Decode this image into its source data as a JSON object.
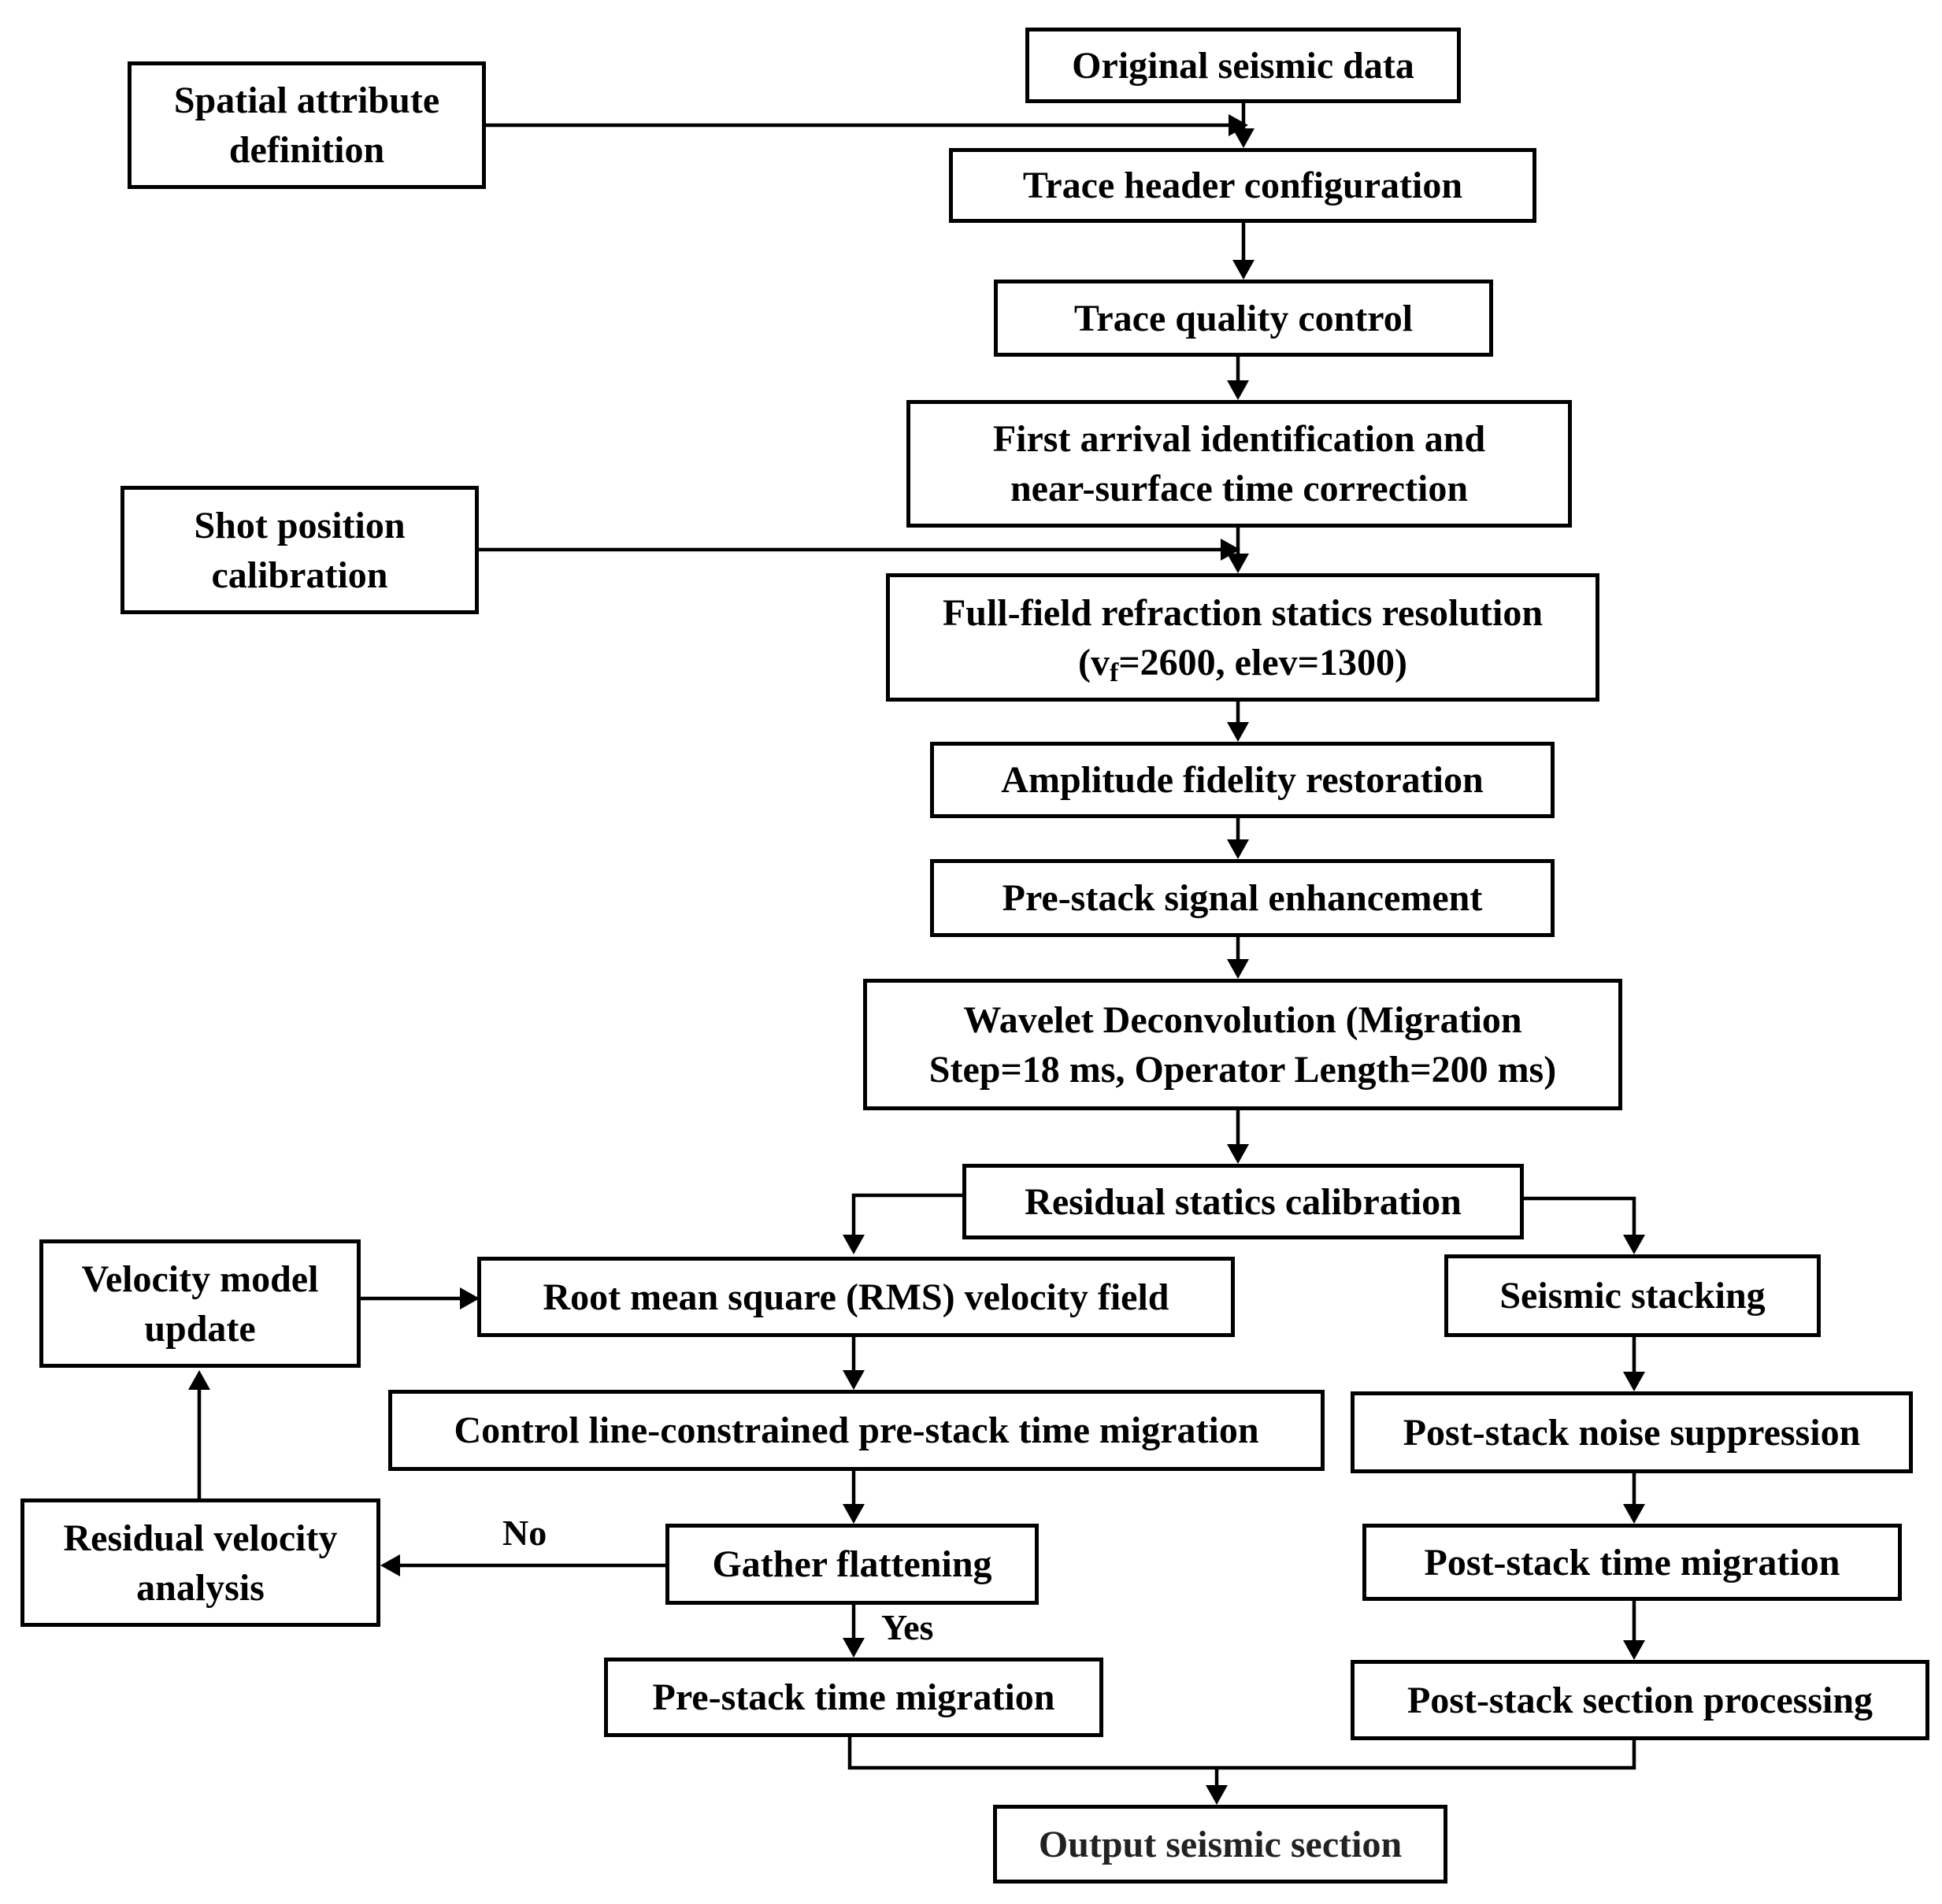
{
  "boxes": {
    "original": "Original seismic data",
    "spatial": {
      "line1": "Spatial attribute",
      "line2": "definition"
    },
    "trace_header": "Trace header configuration",
    "trace_qc": "Trace quality control",
    "first_arrival": {
      "line1": "First arrival identification and",
      "line2": "near-surface time correction"
    },
    "shot_position": {
      "line1": "Shot position",
      "line2": "calibration"
    },
    "refraction": {
      "line1": "Full-field refraction statics resolution",
      "line2_prefix": "(v",
      "line2_sub": "f",
      "line2_suffix": "=2600, elev=1300)"
    },
    "amplitude": "Amplitude fidelity restoration",
    "prestack_enh": "Pre-stack signal enhancement",
    "wavelet": {
      "line1": "Wavelet Deconvolution (Migration",
      "line2": "Step=18 ms, Operator Length=200 ms)"
    },
    "residual_statics": "Residual statics calibration",
    "velocity_update": {
      "line1": "Velocity model",
      "line2": "update"
    },
    "rms": "Root mean square (RMS) velocity field",
    "control_line": "Control line-constrained pre-stack time migration",
    "residual_velocity": {
      "line1": "Residual velocity",
      "line2": "analysis"
    },
    "gather": "Gather flattening",
    "pstm": "Pre-stack time migration",
    "stacking": "Seismic stacking",
    "post_noise": "Post-stack noise suppression",
    "post_migration": "Post-stack time migration",
    "post_section": "Post-stack section processing",
    "output": "Output seismic section"
  },
  "labels": {
    "no": "No",
    "yes": "Yes"
  },
  "colors": {
    "stroke": "#000000",
    "background": "#ffffff"
  }
}
